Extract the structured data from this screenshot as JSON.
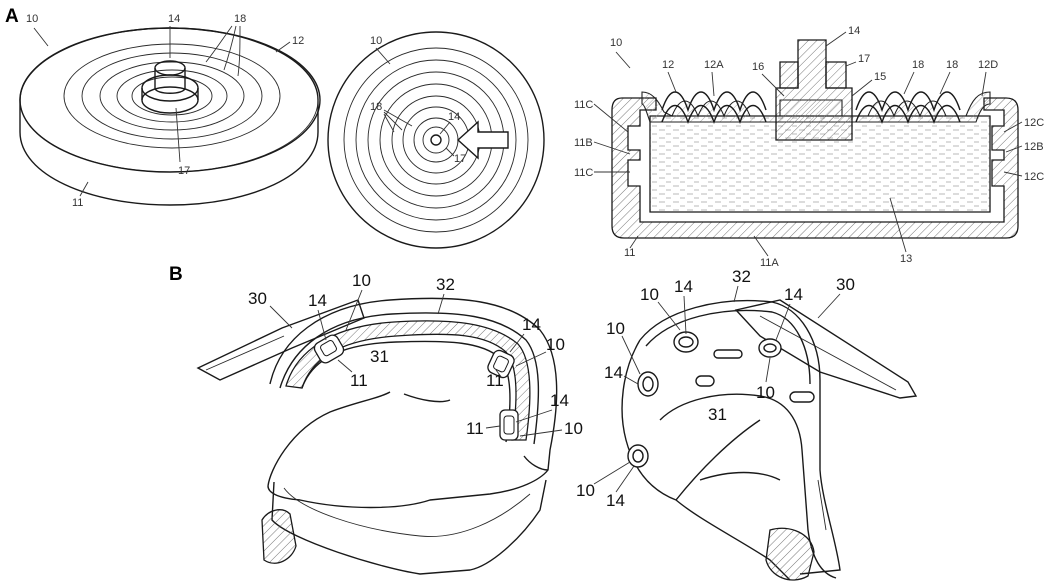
{
  "panels": {
    "a": "A",
    "b": "B"
  },
  "fig_a": {
    "left": {
      "n10": "10",
      "n14": "14",
      "n18": "18",
      "n12": "12",
      "n17": "17",
      "n11": "11"
    },
    "middle": {
      "n10": "10",
      "n18": "18",
      "n14": "14",
      "n17": "17"
    },
    "right": {
      "n10": "10",
      "n14": "14",
      "n12": "12",
      "n12A": "12A",
      "n16": "16",
      "n17": "17",
      "n15": "15",
      "n18a": "18",
      "n18b": "18",
      "n12D": "12D",
      "n11C_top": "11C",
      "n11B": "11B",
      "n11C_bot": "11C",
      "n12C_top": "12C",
      "n12B": "12B",
      "n12C_bot": "12C",
      "n11": "11",
      "n11A": "11A",
      "n13": "13"
    }
  },
  "fig_b": {
    "left": {
      "n30": "30",
      "n10_top": "10",
      "n32": "32",
      "n14_a": "14",
      "n11_a": "11",
      "n31": "31",
      "n14_b": "14",
      "n10_b": "10",
      "n11_b": "11",
      "n14_c": "14",
      "n11_c": "11",
      "n10_c": "10"
    },
    "right": {
      "n10_a": "10",
      "n14_a": "14",
      "n32": "32",
      "n14_b": "14",
      "n30": "30",
      "n10_b": "10",
      "n14_c": "14",
      "n10_c": "10",
      "n31": "31",
      "n10_d": "10",
      "n14_d": "14"
    }
  }
}
